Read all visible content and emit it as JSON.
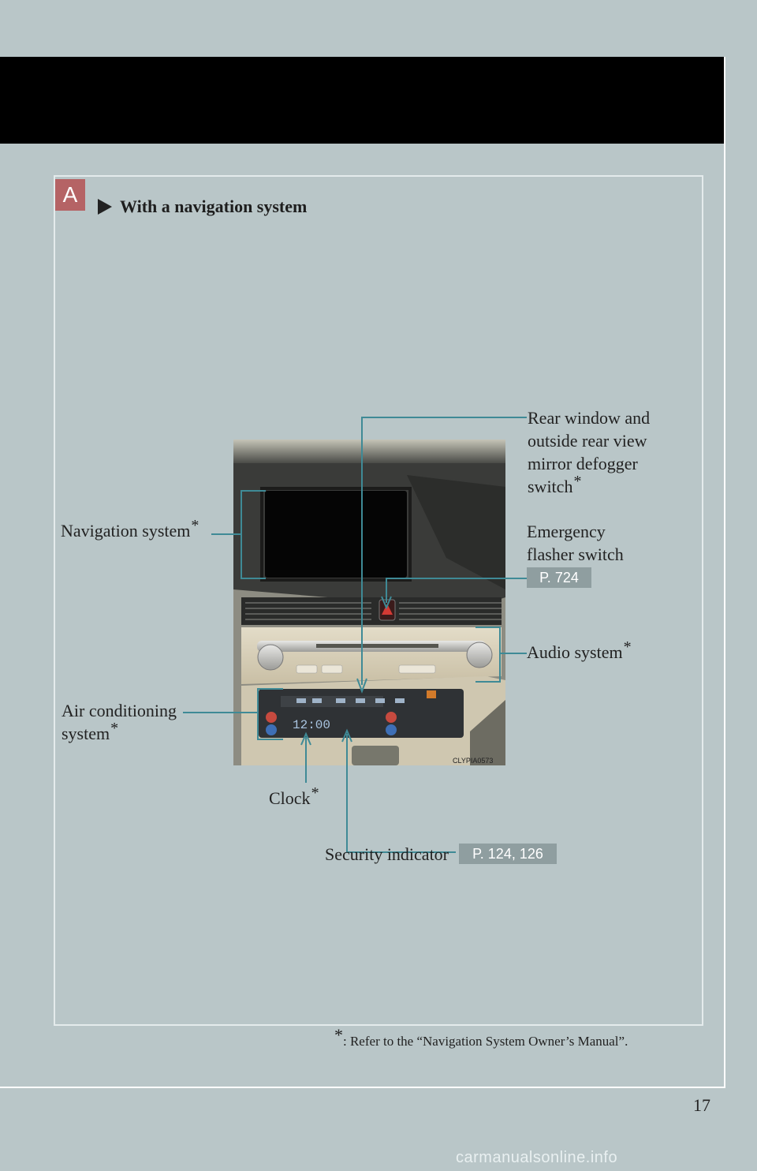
{
  "section": {
    "badge": "A",
    "heading": "With a navigation system"
  },
  "labels": {
    "rear_defogger": [
      "Rear window and",
      "outside rear view",
      "mirror defogger",
      "switch"
    ],
    "navigation": "Navigation system",
    "emergency": [
      "Emergency",
      "flasher switch"
    ],
    "emergency_ref": "P. 724",
    "audio": "Audio system",
    "air_conditioning": [
      "Air conditioning",
      "system"
    ],
    "clock": "Clock",
    "security": "Security indicator",
    "security_ref": "P. 124, 126",
    "asterisk": "*"
  },
  "footnote": {
    "mark": "*",
    "text": ": Refer to the “Navigation System Owner’s Manual”."
  },
  "photo": {
    "clock_display": "12:00",
    "code": "CLYPIA0573"
  },
  "page_number": "17",
  "watermark": "carmanualsonline.info",
  "colors": {
    "background": "#b9c6c8",
    "header": "#000000",
    "badge": "#b56365",
    "leader_line": "#3f8a96",
    "ref_box": "#8f9ea0"
  }
}
